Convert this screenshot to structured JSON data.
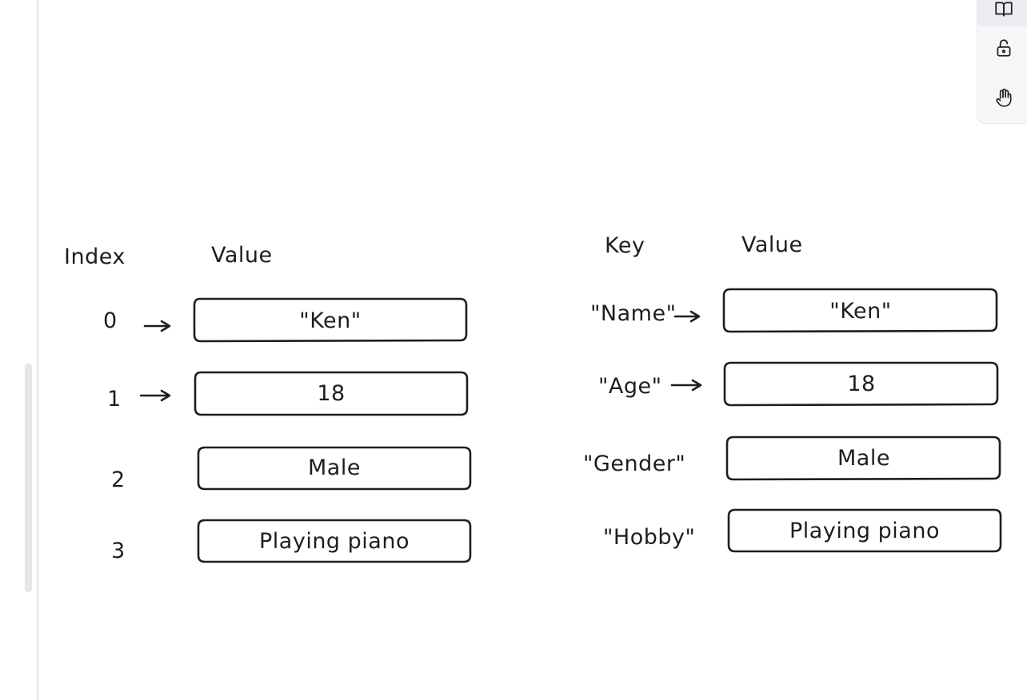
{
  "colors": {
    "ink": "#1e1e1e",
    "toolbar_bg": "#f6f6f9",
    "scrollbar": "#e6e6e6"
  },
  "toolbar": {
    "items": [
      {
        "icon": "book-open-icon"
      },
      {
        "icon": "unlock-icon"
      },
      {
        "icon": "hand-pan-icon"
      }
    ]
  },
  "array_diagram": {
    "index_header": "Index",
    "value_header": "Value",
    "rows": [
      {
        "index": "0",
        "value": "\"Ken\""
      },
      {
        "index": "1",
        "value": "18"
      },
      {
        "index": "2",
        "value": "Male"
      },
      {
        "index": "3",
        "value": "Playing piano"
      }
    ]
  },
  "object_diagram": {
    "key_header": "Key",
    "value_header": "Value",
    "rows": [
      {
        "key": "\"Name\"",
        "value": "\"Ken\""
      },
      {
        "key": "\"Age\"",
        "value": "18"
      },
      {
        "key": "\"Gender\"",
        "value": "Male"
      },
      {
        "key": "\"Hobby\"",
        "value": "Playing piano"
      }
    ]
  }
}
